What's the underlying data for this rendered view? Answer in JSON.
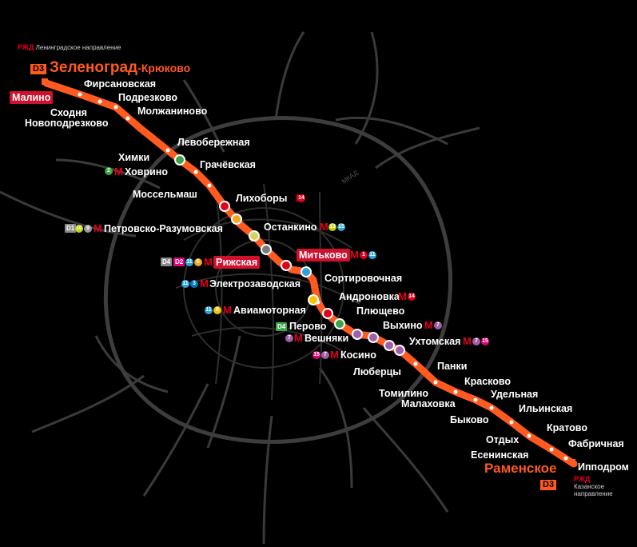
{
  "brand": {
    "logo_text": "РЖД",
    "north_direction": "Ленинградское направление",
    "south_direction_1": "Казанское",
    "south_direction_2": "направление"
  },
  "line": {
    "code": "D3",
    "north_terminus": "Зеленоград",
    "north_terminus_suffix": "-Крюково",
    "south_terminus": "Раменское",
    "color": "#ff5a1f"
  },
  "ring_label": "МКАД",
  "metro_symbol": "M",
  "stations": {
    "malino": "Малино",
    "firsanovskaya": "Фирсановская",
    "podrezkovo": "Подрезково",
    "skhodnya": "Сходня",
    "novopodrezkovo": "Новоподрезково",
    "molzhaninovo": "Молжаниново",
    "levoberezhnaya": "Левобережная",
    "khimki": "Химки",
    "khovrino": "Ховрино",
    "grachevskaya": "Грачёвская",
    "mosselmash": "Моссельмаш",
    "likhobory": "Лихоборы",
    "petrovsko": "Петровско-Разумовская",
    "ostankino": "Останкино",
    "rizhskaya": "Рижская",
    "mitkovo": "Митьково",
    "elektrozavodskaya": "Электрозаводская",
    "sortirovochnaya": "Сортировочная",
    "aviamotornaya": "Авиамоторная",
    "andronovka": "Андроновка",
    "plyushchevo": "Плющево",
    "perovo": "Перово",
    "vykhino": "Выхино",
    "veshnyaki": "Вешняки",
    "ukhtomskaya": "Ухтомская",
    "kosino": "Косино",
    "lyubertsy": "Люберцы",
    "panki": "Панки",
    "tomilino": "Томилино",
    "krasnovo": "Красково",
    "malakhovka": "Малаховка",
    "udelnaya": "Удельная",
    "ilinskaya": "Ильинская",
    "bykovo": "Быково",
    "kratovo": "Кратово",
    "otdykh": "Отдых",
    "fabrichnaya": "Фабричная",
    "eseninskaya": "Есенинская",
    "ippodrom": "Ипподром",
    "ramenskoe": "Раменское"
  },
  "tags": {
    "d1": "D1",
    "d2": "D2",
    "d4": "D4",
    "d3": "D3"
  },
  "badges": {
    "khovrino": [
      "2"
    ],
    "likhobory": [
      "14"
    ],
    "petrovsko": [
      "10",
      "9"
    ],
    "ostankino": [
      "13",
      "15"
    ],
    "rizhskaya": [
      "11",
      "6"
    ],
    "mitkovo": [
      "1",
      "11"
    ],
    "elektrozavodskaya": [
      "11",
      "3"
    ],
    "aviamotornaya": [
      "11",
      "8"
    ],
    "andronovka": [
      "14"
    ],
    "vykhino": [
      "7"
    ],
    "veshnyaki": [
      "7"
    ],
    "ukhtomskaya": [
      "7",
      "15"
    ],
    "kosino": [
      "15",
      "7"
    ]
  }
}
